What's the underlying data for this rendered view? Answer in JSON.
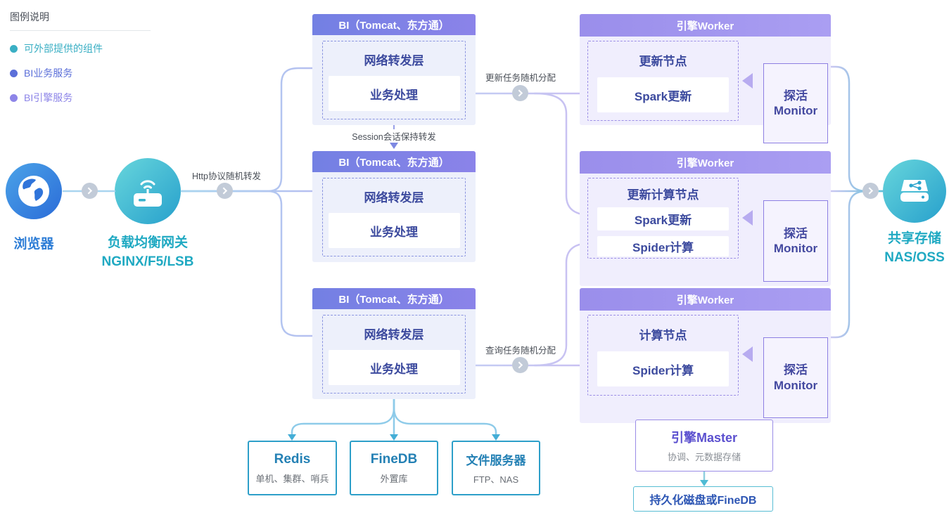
{
  "legend": {
    "title": "图例说明",
    "items": [
      {
        "label": "可外部提供的组件",
        "color": "#3aafc4"
      },
      {
        "label": "BI业务服务",
        "color": "#5b6fd9"
      },
      {
        "label": "BI引擎服务",
        "color": "#8d85e8"
      }
    ]
  },
  "nodes": {
    "browser": {
      "label": "浏览器"
    },
    "gateway": {
      "label": "负载均衡网关",
      "sublabel": "NGINX/F5/LSB"
    },
    "storage": {
      "label": "共享存储",
      "sublabel": "NAS/OSS"
    }
  },
  "edge_labels": {
    "http": "Http协议随机转发",
    "session": "Session会话保持转发",
    "update": "更新任务随机分配",
    "query": "查询任务随机分配"
  },
  "bi": {
    "header": "BI（Tomcat、东方通）",
    "layer": "网络转发层",
    "service": "业务处理"
  },
  "workers": [
    {
      "header": "引擎Worker",
      "title": "更新节点",
      "services": [
        "Spark更新"
      ]
    },
    {
      "header": "引擎Worker",
      "title": "更新计算节点",
      "services": [
        "Spark更新",
        "Spider计算"
      ]
    },
    {
      "header": "引擎Worker",
      "title": "计算节点",
      "services": [
        "Spider计算"
      ]
    }
  ],
  "monitor": {
    "line1": "探活",
    "line2": "Monitor"
  },
  "external": [
    {
      "title": "Redis",
      "subtitle": "单机、集群、哨兵"
    },
    {
      "title": "FineDB",
      "subtitle": "外置库"
    },
    {
      "title": "文件服务器",
      "subtitle": "FTP、NAS"
    }
  ],
  "master": {
    "title": "引擎Master",
    "subtitle": "协调、元数据存储"
  },
  "persistence": {
    "label": "持久化磁盘或FineDB"
  },
  "colors": {
    "teal_accent": "#2aafc4",
    "blue_accent": "#2e7fd6",
    "indigo_text": "#3c4a9e",
    "bi_header": "#7b81e6",
    "worker_header": "#a296ee",
    "external_border": "#2d9fc9",
    "master_text": "#5b50cf",
    "persist_text": "#2d56b4",
    "line_blue": "#a9d5ef",
    "line_purple": "#c6c1f1",
    "line_teal": "#5ec1d8"
  }
}
